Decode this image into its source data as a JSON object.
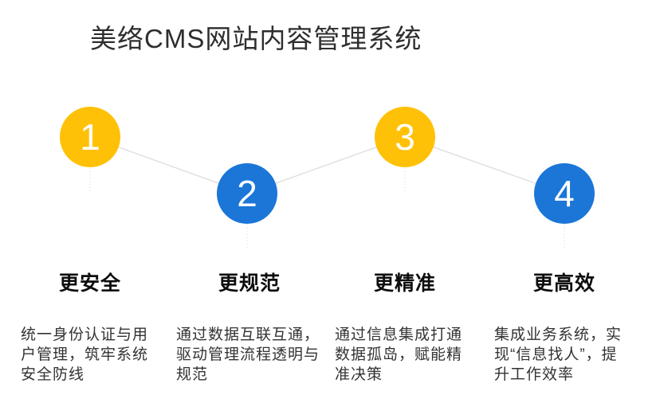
{
  "title": "美络CMS网站内容管理系统",
  "steps": [
    {
      "number": "1",
      "color": "#FFC107",
      "heading": "更安全",
      "description_lines": [
        "统一身份认证与用",
        "户管理，筑牢系统",
        "安全防线"
      ]
    },
    {
      "number": "2",
      "color": "#1B76D8",
      "heading": "更规范",
      "description_lines": [
        "通过数据互联互通，",
        "驱动管理流程透明与",
        "规范"
      ]
    },
    {
      "number": "3",
      "color": "#FFC107",
      "heading": "更精准",
      "description_lines": [
        "通过信息集成打通",
        "数据孤岛，赋能精",
        "准决策"
      ]
    },
    {
      "number": "4",
      "color": "#1B76D8",
      "heading": "更高效",
      "description_lines": [
        "集成业务系统，实",
        "现“信息找人”，提",
        "升工作效率"
      ]
    }
  ],
  "colors": {
    "step_yellow": "#FFC107",
    "step_blue": "#1B76D8",
    "connector_line": "#DBDBDB",
    "dotted_stub": "#D6D6D6",
    "number_text": "#FFFFFF"
  }
}
